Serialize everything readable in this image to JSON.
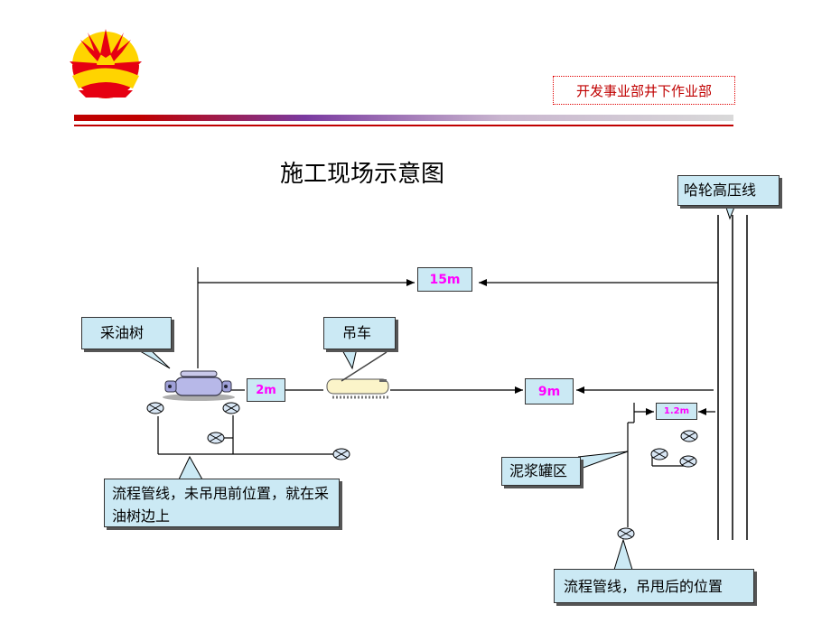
{
  "header": {
    "department": "开发事业部井下作业部"
  },
  "diagram": {
    "title": "施工现场示意图",
    "labels": {
      "power_line": "哈轮高压线",
      "wellhead": "采油树",
      "crane": "吊车",
      "mud_tank": "泥浆罐区",
      "pipeline_before": "流程管线，未吊甩前位置，就在采油树边上",
      "pipeline_after": "流程管线，吊甩后的位置"
    },
    "distances": {
      "to_power_line_top": "15m",
      "tree_to_crane": "2m",
      "crane_to_power_line": "9m",
      "tank_to_power_line": "1.2m"
    },
    "colors": {
      "callout_fill": "#cbe9f4",
      "dimension_text": "#ff00ff",
      "header_bar": "#c00000",
      "logo_red": "#e60012",
      "logo_yellow": "#ffd400"
    }
  }
}
